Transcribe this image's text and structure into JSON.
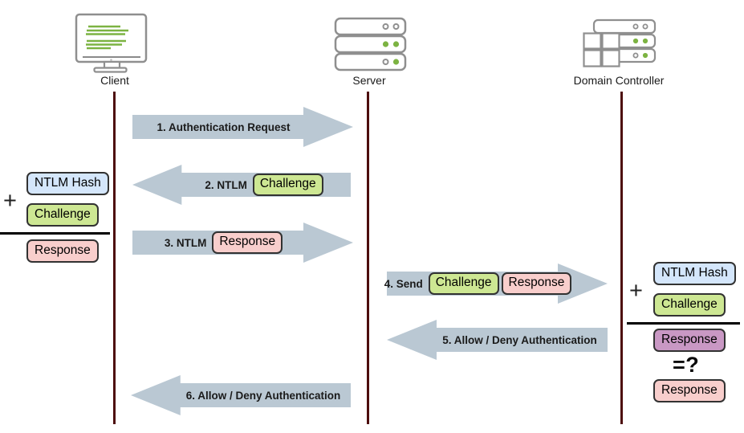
{
  "actors": [
    {
      "label": "Client"
    },
    {
      "label": "Server"
    },
    {
      "label": "Domain Controller"
    }
  ],
  "messages": [
    {
      "text": "1. Authentication Request",
      "tokens": []
    },
    {
      "text": "2. NTLM",
      "tokens": [
        {
          "label": "Challenge"
        }
      ]
    },
    {
      "text": "3. NTLM",
      "tokens": [
        {
          "label": "Response"
        }
      ]
    },
    {
      "text": "4. Send",
      "tokens": [
        {
          "label": "Challenge"
        },
        {
          "label": "Response"
        }
      ]
    },
    {
      "text": "5. Allow / Deny Authentication",
      "tokens": []
    },
    {
      "text": "6. Allow / Deny Authentication",
      "tokens": []
    }
  ],
  "client_calc": {
    "operand1": "NTLM Hash",
    "operator": "+",
    "operand2": "Challenge",
    "result": "Response"
  },
  "dc_calc": {
    "operand1": "NTLM Hash",
    "operator": "+",
    "operand2": "Challenge",
    "computed_result": "Response",
    "comparison": "=?",
    "received_value": "Response"
  },
  "colors": {
    "arrow_fill": "#bac8d3",
    "lifeline": "#4d0d0d",
    "ntlm_hash_box": "#d4e6fb",
    "challenge_box": "#cde793",
    "response_box": "#f8cecc",
    "computed_response_box": "#c998c4",
    "box_border": "#323232",
    "icon_stroke": "#8f8f8f",
    "icon_green": "#7cb342"
  }
}
